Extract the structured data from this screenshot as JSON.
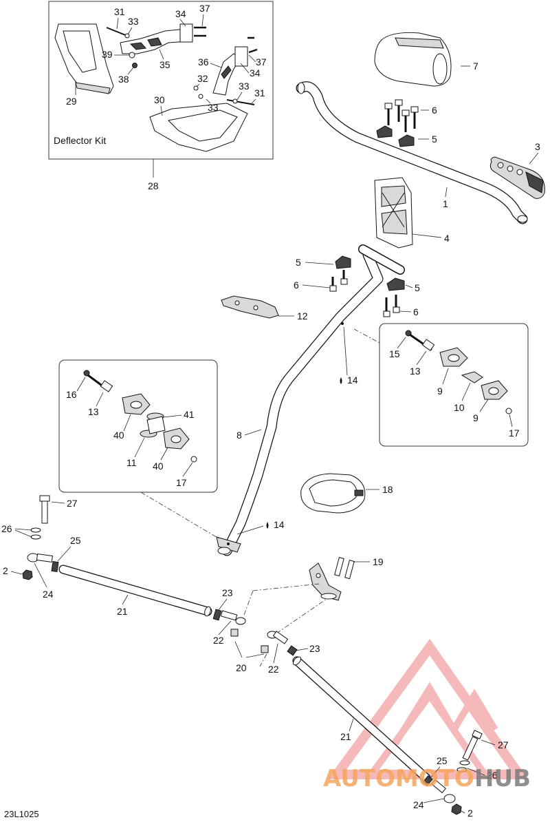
{
  "diagram_id": "23L1025",
  "deflector_kit": {
    "label": "Deflector Kit",
    "ref": "28"
  },
  "callouts": {
    "c1": "1",
    "c2a": "2",
    "c2b": "2",
    "c3": "3",
    "c4": "4",
    "c5a": "5",
    "c5b": "5",
    "c5c": "5",
    "c6a": "6",
    "c6b": "6",
    "c6c": "6",
    "c7": "7",
    "c8": "8",
    "c9a": "9",
    "c9b": "9",
    "c10": "10",
    "c11": "11",
    "c12": "12",
    "c13a": "13",
    "c13b": "13",
    "c14a": "14",
    "c14b": "14",
    "c15": "15",
    "c16": "16",
    "c17a": "17",
    "c17b": "17",
    "c18": "18",
    "c19": "19",
    "c20": "20",
    "c21a": "21",
    "c21b": "21",
    "c22a": "22",
    "c22b": "22",
    "c23a": "23",
    "c23b": "23",
    "c24a": "24",
    "c24b": "24",
    "c25a": "25",
    "c25b": "25",
    "c26a": "26",
    "c26b": "26",
    "c27a": "27",
    "c27b": "27",
    "c29": "29",
    "c30": "30",
    "c31a": "31",
    "c31b": "31",
    "c32": "32",
    "c33a": "33",
    "c33b": "33",
    "c33c": "33",
    "c34a": "34",
    "c34b": "34",
    "c35": "35",
    "c36": "36",
    "c37a": "37",
    "c37b": "37",
    "c38": "38",
    "c39": "39",
    "c40a": "40",
    "c40b": "40",
    "c41": "41"
  },
  "watermark": {
    "text_a": "AUTOMOTO",
    "text_b": "HUB",
    "color_a": "#f5a55a",
    "color_b": "#7a7a7a",
    "logo_color": "#f08080"
  },
  "colors": {
    "line": "#111111",
    "bg": "#ffffff"
  }
}
